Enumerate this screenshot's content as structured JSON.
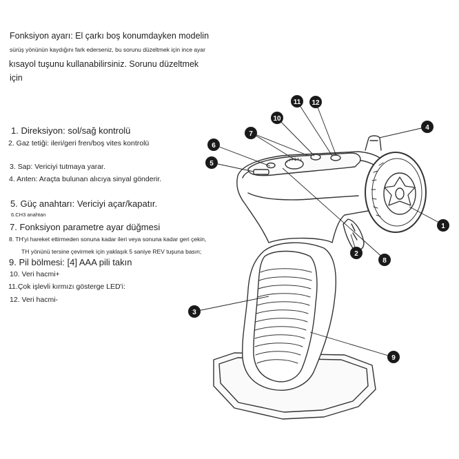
{
  "intro": {
    "line1": "Fonksiyon ayarı: El çarkı boş konumdayken modelin",
    "line2": "sürüş yönünün kaydığını fark ederseniz,  bu sorunu düzeltmek için ince ayar",
    "line3": "kısayol tuşunu kullanabilirsiniz. Sorunu düzeltmek",
    "line4": "için"
  },
  "legend": [
    {
      "text": "1. Direksiyon: sol/sağ kontrolü"
    },
    {
      "text": "2. Gaz tetiği: ileri/geri fren/boş vites kontrolü"
    },
    {
      "text": "3. Sap: Vericiyi tutmaya yarar."
    },
    {
      "text": "4. Anten: Araçta bulunan alıcıya sinyal gönderir."
    },
    {
      "text": "5. Güç anahtarı: Vericiyi açar/kapatır."
    },
    {
      "text": "6.CH3 anahtarı"
    },
    {
      "text": "7. Fonksiyon parametre ayar düğmesi"
    },
    {
      "text": "8. TH'yi hareket ettirmeden sonuna kadar ileri veya sonuna kadar geri çekin,"
    },
    {
      "text": "TH yönünü tersine çevirmek için yaklaşık 5 saniye REV tuşuna basın;"
    },
    {
      "text": "9. Pil bölmesi: [4] AAA pili takın"
    },
    {
      "text": "10. Veri hacmi+"
    },
    {
      "text": "11.Çok işlevli kırmızı gösterge LED'i:"
    },
    {
      "text": "12. Veri hacmi-"
    }
  ],
  "callouts": [
    "1",
    "2",
    "3",
    "4",
    "5",
    "6",
    "7",
    "8",
    "9",
    "10",
    "11",
    "12"
  ],
  "colors": {
    "callout_fill": "#1a1a1a",
    "line": "#222222",
    "device_stroke": "#333333"
  }
}
